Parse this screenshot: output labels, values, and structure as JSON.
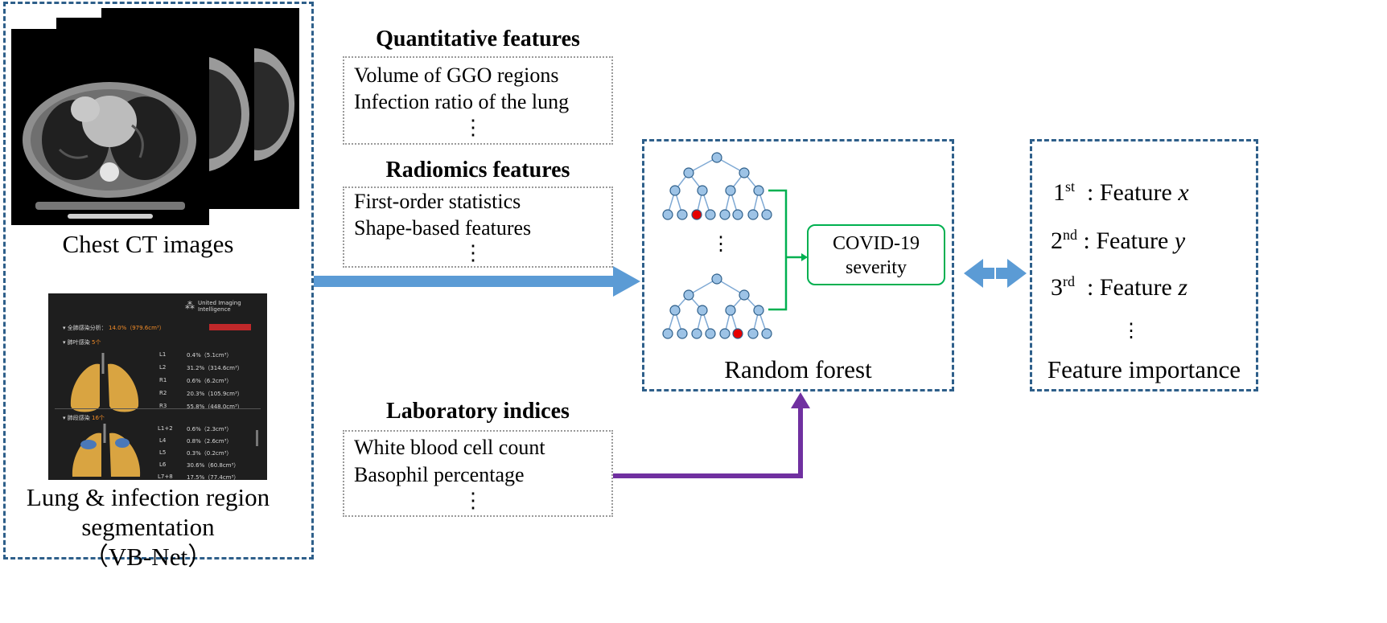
{
  "input_panel": {
    "ct_caption": "Chest CT images",
    "seg_caption": [
      "Lung & infection region",
      "segmentation",
      "（VB-Net）"
    ],
    "seg_screenshot": {
      "brand": [
        "United Imaging",
        "Intelligence"
      ],
      "section1_label": "全肺感染分析：",
      "section1_value": "14.0%（979.6cm³）",
      "section2_label": "肺叶感染",
      "section2_count": "5个",
      "lobes": [
        {
          "name": "L1",
          "value": "0.4%（5.1cm³）"
        },
        {
          "name": "L2",
          "value": "31.2%（314.6cm³）"
        },
        {
          "name": "R1",
          "value": "0.6%（6.2cm³）"
        },
        {
          "name": "R2",
          "value": "20.3%（105.9cm³）"
        },
        {
          "name": "R3",
          "value": "55.8%（448.0cm³）"
        }
      ],
      "section3_label": "肺段感染",
      "section3_count": "16个",
      "segments": [
        {
          "name": "L1+2",
          "value": "0.6%（2.3cm³）"
        },
        {
          "name": "L4",
          "value": "0.8%（2.6cm³）"
        },
        {
          "name": "L5",
          "value": "0.3%（0.2cm³）"
        },
        {
          "name": "L6",
          "value": "30.6%（60.8cm³）"
        },
        {
          "name": "L7+8",
          "value": "17.5%（77.4cm³）"
        }
      ]
    }
  },
  "features": {
    "quantitative": {
      "heading": "Quantitative features",
      "items": [
        "Volume of GGO regions",
        "Infection ratio of the lung"
      ],
      "more": "⋮"
    },
    "radiomics": {
      "heading": "Radiomics features",
      "items": [
        "First-order statistics",
        "Shape-based features"
      ],
      "more": "⋮"
    },
    "laboratory": {
      "heading": "Laboratory indices",
      "items": [
        "White blood cell count",
        "Basophil percentage"
      ],
      "more": "⋮"
    }
  },
  "model": {
    "caption": "Random forest",
    "output_label": [
      "COVID-19",
      "severity"
    ],
    "more": "⋮"
  },
  "importance": {
    "caption": "Feature importance",
    "ranks": [
      {
        "ordinal": "1",
        "suffix": "st",
        "label": "Feature",
        "var": "x"
      },
      {
        "ordinal": "2",
        "suffix": "nd",
        "label": "Feature",
        "var": "y"
      },
      {
        "ordinal": "3",
        "suffix": "rd",
        "label": "Feature",
        "var": "z"
      }
    ],
    "more": "⋮"
  },
  "colors": {
    "dashed_border": "#2e5f8a",
    "blue_arrow": "#5b9bd5",
    "purple_arrow": "#7030a0",
    "green": "#00b050",
    "node_fill": "#9dc3e6",
    "node_highlight": "#e60000"
  }
}
